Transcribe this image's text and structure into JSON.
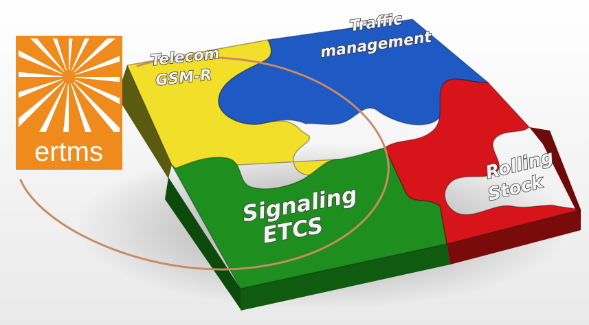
{
  "logo": {
    "text": "ertms",
    "brand_color": "#ef8a1c"
  },
  "pieces": [
    {
      "id": "telecom",
      "lines": [
        "Telecom",
        "GSM-R"
      ],
      "color": "#f2df2a"
    },
    {
      "id": "traffic",
      "lines": [
        "Traffic",
        "management"
      ],
      "color": "#1e59c4"
    },
    {
      "id": "signaling",
      "lines": [
        "Signaling",
        "ETCS"
      ],
      "color": "#1e8f1e"
    },
    {
      "id": "rolling",
      "lines": [
        "Rolling",
        "Stock"
      ],
      "color": "#d8141b"
    }
  ],
  "arc_color": "#c98a64"
}
